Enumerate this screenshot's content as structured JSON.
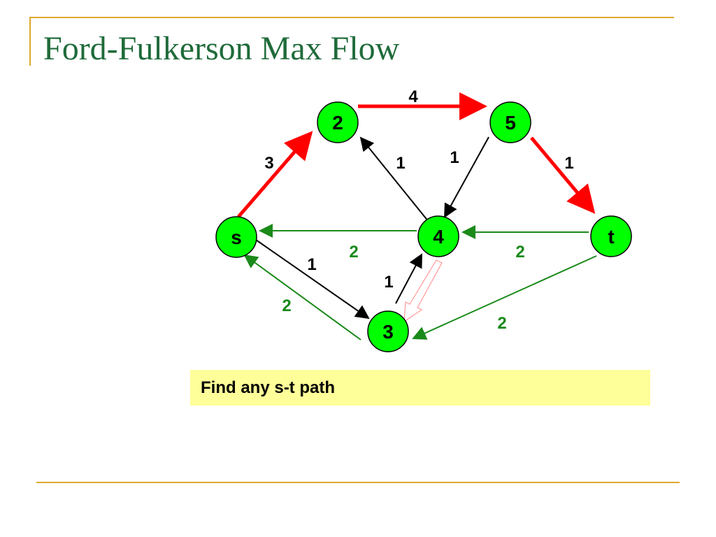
{
  "slide": {
    "title": "Ford-Fulkerson Max Flow",
    "caption": "Find any s-t path"
  },
  "graph": {
    "nodes": [
      {
        "id": "s",
        "label": "s"
      },
      {
        "id": "2",
        "label": "2"
      },
      {
        "id": "5",
        "label": "5"
      },
      {
        "id": "4",
        "label": "4"
      },
      {
        "id": "t",
        "label": "t"
      },
      {
        "id": "3",
        "label": "3"
      }
    ],
    "edges": [
      {
        "from": "2",
        "to": "5",
        "label": "4",
        "style": "path"
      },
      {
        "from": "s",
        "to": "2",
        "label": "3",
        "style": "path"
      },
      {
        "from": "5",
        "to": "t",
        "label": "1",
        "style": "path"
      },
      {
        "from": "4",
        "to": "2",
        "label": "1",
        "style": "residual"
      },
      {
        "from": "5",
        "to": "4",
        "label": "1",
        "style": "residual"
      },
      {
        "from": "s",
        "to": "3",
        "label": "1",
        "style": "residual"
      },
      {
        "from": "3",
        "to": "4",
        "label": "1",
        "style": "residual"
      },
      {
        "from": "4",
        "to": "s",
        "label": "2",
        "style": "flow"
      },
      {
        "from": "t",
        "to": "4",
        "label": "2",
        "style": "flow"
      },
      {
        "from": "3",
        "to": "s",
        "label": "2",
        "style": "flow"
      },
      {
        "from": "t",
        "to": "3",
        "label": "2",
        "style": "flow"
      }
    ]
  },
  "colors": {
    "node_fill": "#00ff00",
    "path_edge": "#ff0000",
    "flow_edge": "#1a8a1a",
    "residual_edge": "#000000",
    "title": "#1f6b3a",
    "accent_rule": "#e0a82e",
    "caption_bg": "#ffff99"
  }
}
